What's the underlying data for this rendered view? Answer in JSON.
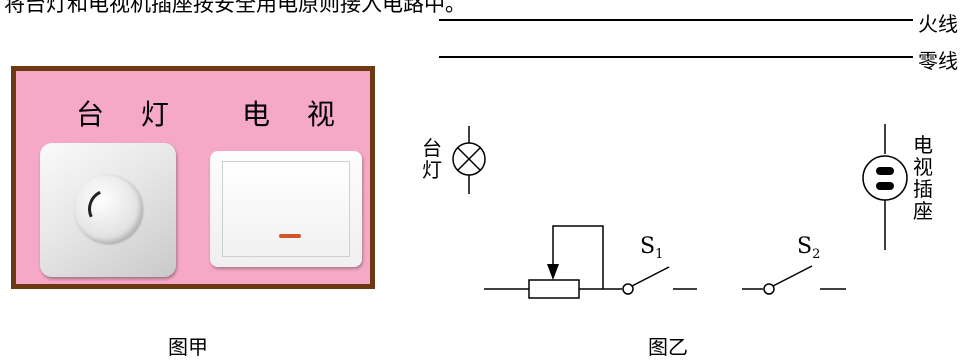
{
  "intro_text": "将台灯和电视机插座按安全用电原则接入电路中。",
  "figure_a": {
    "lamp_label": "台 灯",
    "tv_label": "电 视",
    "caption": "图甲"
  },
  "figure_b": {
    "live_wire": "火线",
    "neutral_wire": "零线",
    "lamp_label": "台灯",
    "socket_label": "电视插座",
    "switch1": "S",
    "switch1_sub": "1",
    "switch2": "S",
    "switch2_sub": "2",
    "caption": "图乙"
  }
}
